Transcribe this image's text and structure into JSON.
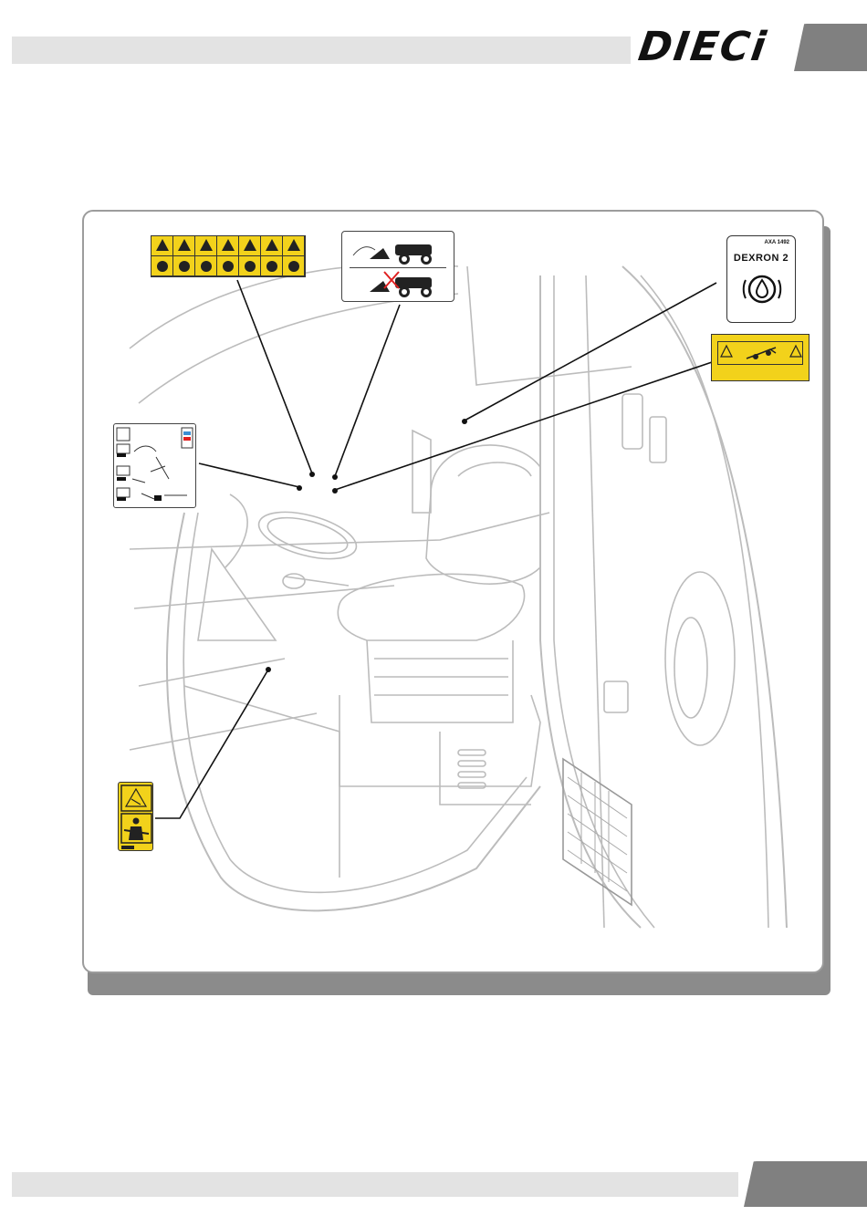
{
  "header": {
    "logo_text": "DIECi"
  },
  "decals": {
    "dexron": {
      "code": "AXA 1492",
      "title": "DEXRON 2",
      "icon": "oil-drop-icon"
    },
    "bucket": {
      "icon": "no-loader-travel-icon"
    },
    "yellow_strip": {
      "icon": "warning-pictograms-icon"
    },
    "tilt_warning": {
      "icon": "tip-over-warning-icon"
    },
    "controls": {
      "icon": "control-lever-diagram-icon"
    },
    "seatbelt": {
      "icon": "seatbelt-icon"
    }
  },
  "colors": {
    "decal_yellow": "#f2d21b",
    "stop_red": "#e02020",
    "gray_tab": "#808080",
    "light_bar": "#e3e3e3",
    "frame_shadow": "#8b8b8b"
  }
}
